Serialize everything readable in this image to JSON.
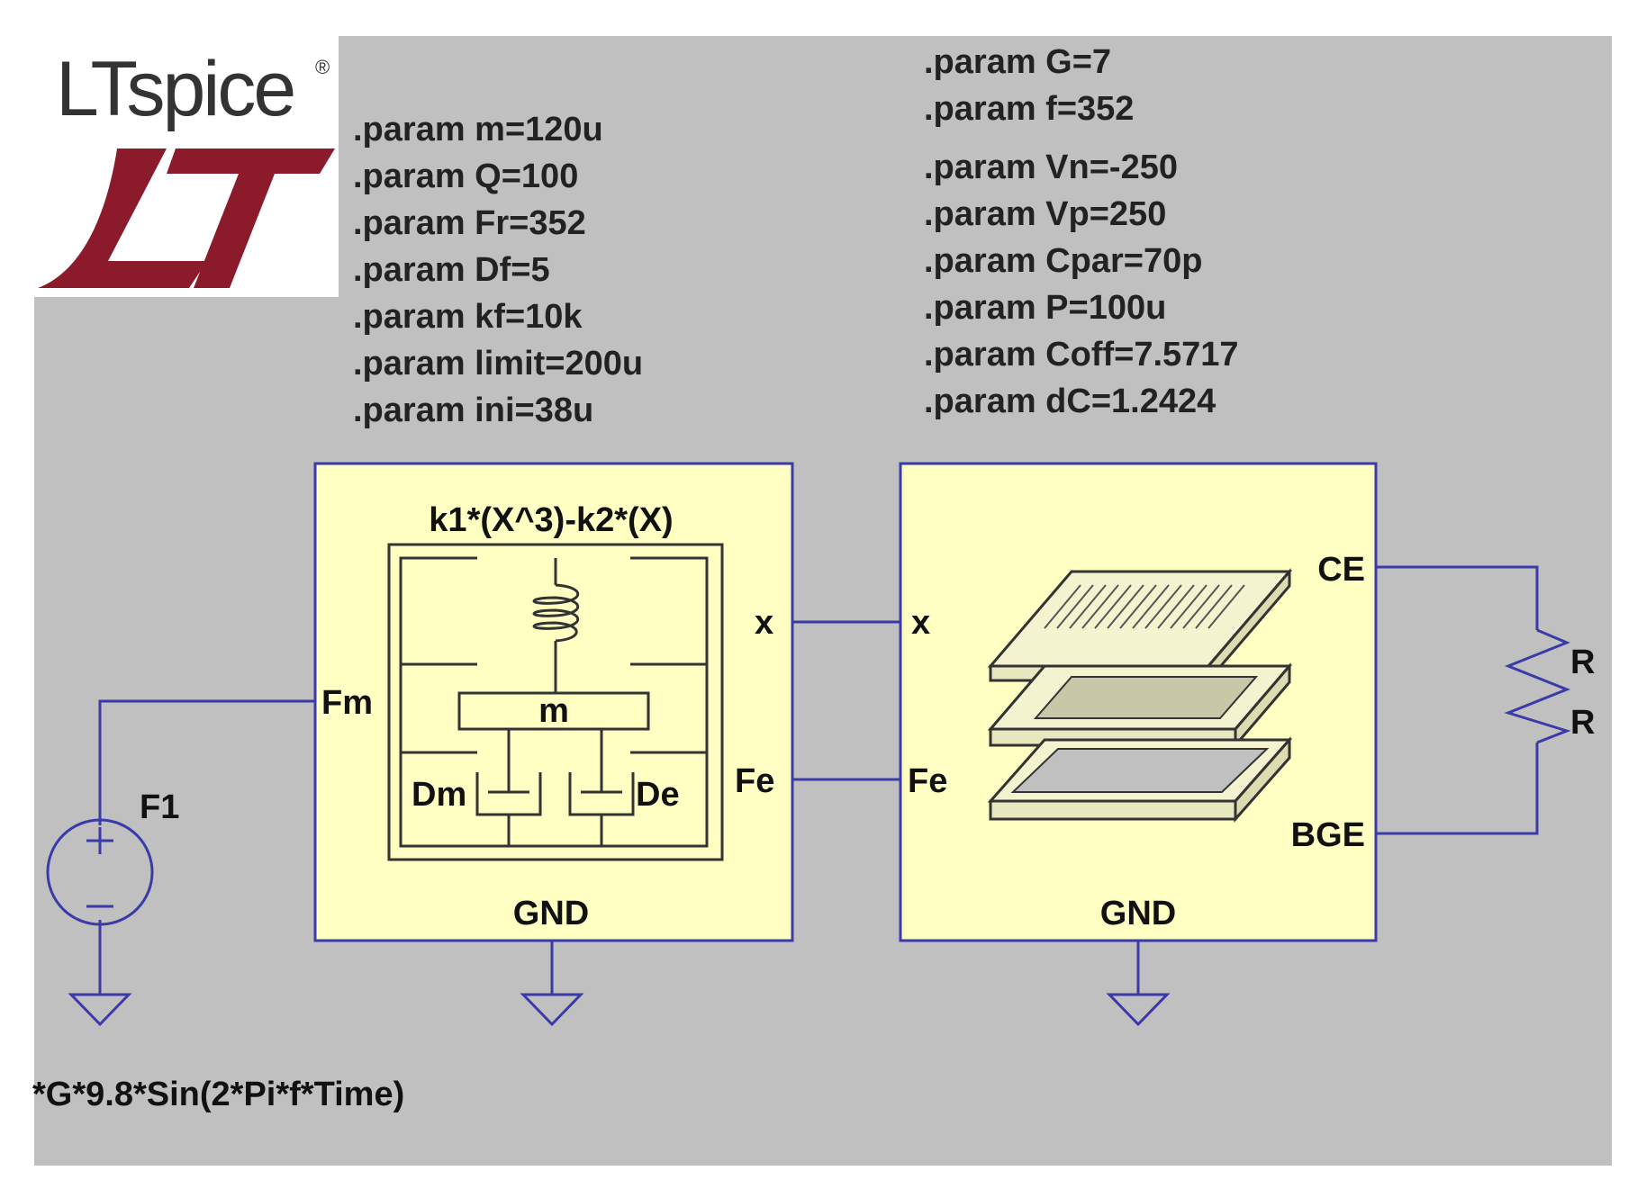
{
  "logo": {
    "wordmark": "LTspice",
    "registered": "®"
  },
  "params_left": [
    ".param m=120u",
    ".param Q=100",
    ".param Fr=352",
    ".param Df=5",
    ".param kf=10k",
    ".param limit=200u",
    ".param ini=38u"
  ],
  "params_right": [
    ".param G=7",
    ".param f=352",
    ".param Vn=-250",
    ".param Vp=250",
    ".param Cpar=70p",
    ".param P=100u",
    ".param Coff=7.5717",
    ".param dC=1.2424"
  ],
  "mech_block": {
    "expression": "k1*(X^3)-k2*(X)",
    "mass_label": "m",
    "damper_left": "Dm",
    "damper_right": "De",
    "pins": {
      "input": "Fm",
      "x": "x",
      "fe": "Fe",
      "gnd": "GND"
    }
  },
  "transducer_block": {
    "pins": {
      "x": "x",
      "fe": "Fe",
      "ce": "CE",
      "bge": "BGE",
      "gnd": "GND"
    }
  },
  "resistor": {
    "name": "R",
    "value": "R"
  },
  "source": {
    "name": "F1",
    "expression": "*G*9.8*Sin(2*Pi*f*Time)"
  },
  "colors": {
    "background": "#c0c0c0",
    "block_fill": "#ffffc4",
    "wire": "#3a3aa8",
    "logo_red": "#8b1a2b"
  }
}
